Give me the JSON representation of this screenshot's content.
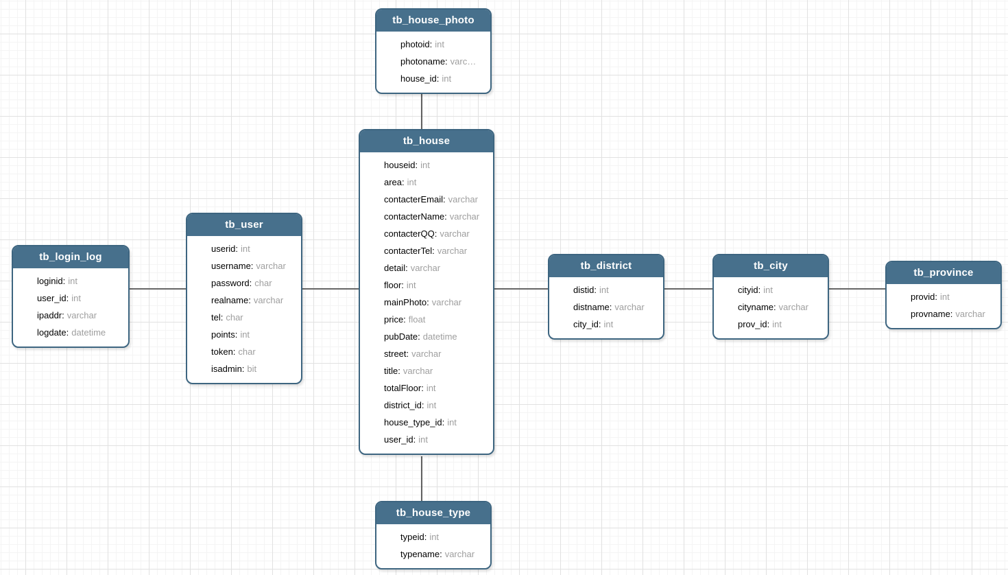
{
  "colors": {
    "entity_header_fill": "#47708C",
    "entity_border": "#3D6580",
    "entity_body_fill": "#FFFFFF",
    "field_name_text": "#000000",
    "field_type_text": "#9E9E9E",
    "connector_horizontal": "#666666",
    "connector_vertical": "#2B2B2B",
    "grid_minor": "#F4F4F4",
    "grid_major": "#E1E1E1"
  },
  "entities": {
    "tb_house_photo": {
      "title": "tb_house_photo",
      "fields": [
        {
          "name": "photoid",
          "type": "int"
        },
        {
          "name": "photoname",
          "type": "varc…"
        },
        {
          "name": "house_id",
          "type": "int"
        }
      ]
    },
    "tb_house": {
      "title": "tb_house",
      "fields": [
        {
          "name": "houseid",
          "type": "int"
        },
        {
          "name": "area",
          "type": "int"
        },
        {
          "name": "contacterEmail",
          "type": "varchar"
        },
        {
          "name": "contacterName",
          "type": "varchar"
        },
        {
          "name": "contacterQQ",
          "type": "varchar"
        },
        {
          "name": "contacterTel",
          "type": "varchar"
        },
        {
          "name": "detail",
          "type": "varchar"
        },
        {
          "name": "floor",
          "type": "int"
        },
        {
          "name": "mainPhoto",
          "type": "varchar"
        },
        {
          "name": "price",
          "type": "float"
        },
        {
          "name": "pubDate",
          "type": "datetime"
        },
        {
          "name": "street",
          "type": "varchar"
        },
        {
          "name": "title",
          "type": "varchar"
        },
        {
          "name": "totalFloor",
          "type": "int"
        },
        {
          "name": "district_id",
          "type": "int"
        },
        {
          "name": "house_type_id",
          "type": "int"
        },
        {
          "name": "user_id",
          "type": "int"
        }
      ]
    },
    "tb_user": {
      "title": "tb_user",
      "fields": [
        {
          "name": "userid",
          "type": "int"
        },
        {
          "name": "username",
          "type": "varchar"
        },
        {
          "name": "password",
          "type": "char"
        },
        {
          "name": "realname",
          "type": "varchar"
        },
        {
          "name": "tel",
          "type": "char"
        },
        {
          "name": "points",
          "type": "int"
        },
        {
          "name": "token",
          "type": "char"
        },
        {
          "name": "isadmin",
          "type": "bit"
        }
      ]
    },
    "tb_login_log": {
      "title": "tb_login_log",
      "fields": [
        {
          "name": "loginid",
          "type": "int"
        },
        {
          "name": "user_id",
          "type": "int"
        },
        {
          "name": "ipaddr",
          "type": "varchar"
        },
        {
          "name": "logdate",
          "type": "datetime"
        }
      ]
    },
    "tb_district": {
      "title": "tb_district",
      "fields": [
        {
          "name": "distid",
          "type": "int"
        },
        {
          "name": "distname",
          "type": "varchar"
        },
        {
          "name": "city_id",
          "type": "int"
        }
      ]
    },
    "tb_city": {
      "title": "tb_city",
      "fields": [
        {
          "name": "cityid",
          "type": "int"
        },
        {
          "name": "cityname",
          "type": "varchar"
        },
        {
          "name": "prov_id",
          "type": "int"
        }
      ]
    },
    "tb_province": {
      "title": "tb_province",
      "fields": [
        {
          "name": "provid",
          "type": "int"
        },
        {
          "name": "provname",
          "type": "varchar"
        }
      ]
    },
    "tb_house_type": {
      "title": "tb_house_type",
      "fields": [
        {
          "name": "typeid",
          "type": "int"
        },
        {
          "name": "typename",
          "type": "varchar"
        }
      ]
    }
  },
  "relationships": [
    {
      "from": "tb_house_photo",
      "to": "tb_house",
      "orientation": "vertical"
    },
    {
      "from": "tb_house",
      "to": "tb_house_type",
      "orientation": "vertical"
    },
    {
      "from": "tb_login_log",
      "to": "tb_user",
      "orientation": "horizontal"
    },
    {
      "from": "tb_user",
      "to": "tb_house",
      "orientation": "horizontal"
    },
    {
      "from": "tb_house",
      "to": "tb_district",
      "orientation": "horizontal"
    },
    {
      "from": "tb_district",
      "to": "tb_city",
      "orientation": "horizontal"
    },
    {
      "from": "tb_city",
      "to": "tb_province",
      "orientation": "horizontal"
    }
  ]
}
